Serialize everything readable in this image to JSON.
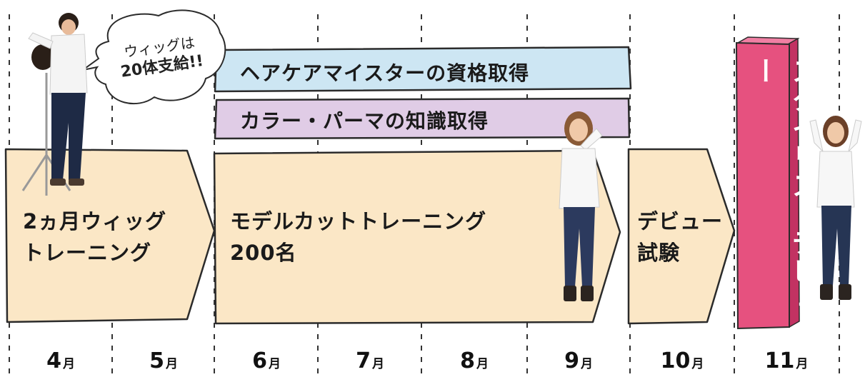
{
  "months": [
    {
      "num": "4",
      "unit": "月"
    },
    {
      "num": "5",
      "unit": "月"
    },
    {
      "num": "6",
      "unit": "月"
    },
    {
      "num": "7",
      "unit": "月"
    },
    {
      "num": "8",
      "unit": "月"
    },
    {
      "num": "9",
      "unit": "月"
    },
    {
      "num": "10",
      "unit": "月"
    },
    {
      "num": "11",
      "unit": "月"
    }
  ],
  "speech_bubble": {
    "line1": "ウィッグは",
    "line2": "20体支給!!"
  },
  "bars": {
    "haircare": "ヘアケアマイスターの資格取得",
    "color_perm": "カラー・パーマの知識取得"
  },
  "stages": {
    "wig_training": {
      "line1": "2ヵ月ウィッグ",
      "line2": "トレーニング"
    },
    "model_cut": {
      "line1": "モデルカットトレーニング",
      "line2": "200名"
    },
    "debut_exam": {
      "line1": "デビュー",
      "line2": "試験"
    }
  },
  "stylist_debut": "スタイリストデビュー",
  "colors": {
    "arrow_fill": "#fbe7c6",
    "haircare_bar": "#cde6f3",
    "color_perm_bar": "#e0cce6",
    "debut_pink": "#e6517f",
    "debut_pink_dark": "#c23262"
  }
}
